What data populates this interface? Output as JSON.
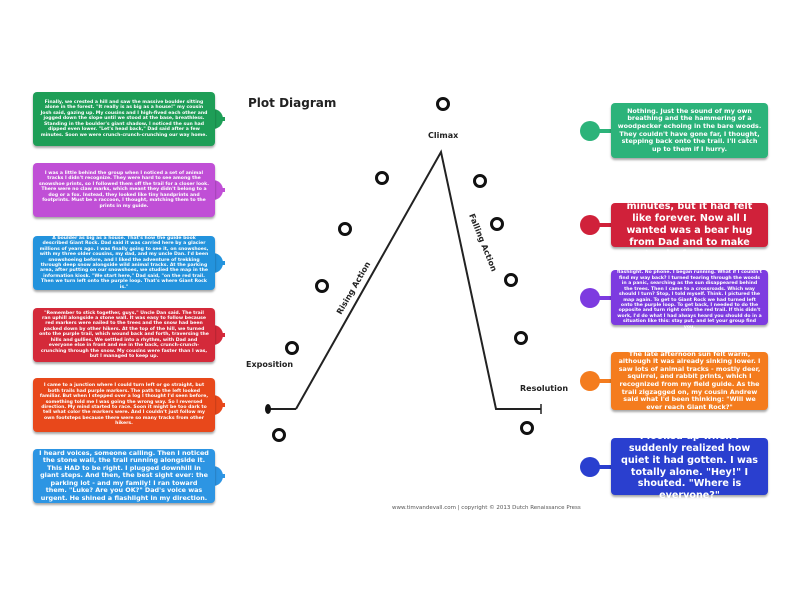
{
  "title": "Plot Diagram",
  "labels": {
    "climax": "Climax",
    "exposition": "Exposition",
    "rising": "Rising Action",
    "falling": "Falling Action",
    "resolution": "Resolution"
  },
  "footer": "www.timvandevall.com | copyright © 2013 Dutch Renaissance Press",
  "left_cards": [
    {
      "color": "#1e9e57",
      "text": "Finally, we crested a hill and saw the massive boulder sitting alone in the forest. \"It really is as big as a house!\" my cousin Josh said, gazing up. My cousins and I high-fived each other and jogged down the slope until we stood at the base, breathless. Standing in the boulder's giant shadow, I noticed the sun had dipped even lower. \"Let's head back,\" Dad said after a few minutes. Soon we were crunch-crunch-crunching our way home."
    },
    {
      "color": "#c04fd6",
      "text": "I was a little behind the group when I noticed a set of animal tracks I didn't recognize. They were hard to see among the snowshoe prints, so I followed them off the trail for a closer look. There were no claw marks, which meant they didn't belong to a dog or a fox. Instead, they looked like tiny handprints and footprints. Must be a raccoon, I thought, matching them to the prints in my guide."
    },
    {
      "color": "#2393dd",
      "text": "A boulder as big as a house. That's how the guide book described Giant Rock. Dad said it was carried here by a glacier millions of years ago. I was finally going to see it, on snowshoes, with my three older cousins, my dad, and my uncle Dan. I'd been snowshoeing before, and I liked the adventure of trekking through deep snow alongside wild animal tracks. At the parking area, after putting on our snowshoes, we studied the map in the information kiosk. \"We start here,\" Dad said, \"on the red trail. Then we turn left onto the purple loop. That's where Giant Rock is.\""
    },
    {
      "color": "#d42a3a",
      "text": "\"Remember to stick together, guys,\" Uncle Dan said. The trail ran uphill alongside a stone wall. It was easy to follow because red markers were nailed to the trees and the snow had been packed down by other hikers. At the top of the hill, we turned onto the purple trail, which wound back and forth, traversing the hills and gullies. We settled into a rhythm, with Dad and everyone else in front and me in the back, crunch-crunch-crunching through the snow. My cousins were faster than I was, but I managed to keep up."
    },
    {
      "color": "#e8481b",
      "text": "I came to a junction where I could turn left or go straight, but both trails had purple markers. The path to the left looked familiar. But when I stepped over a log I thought I'd seen before, something told me I was going the wrong way. So I reversed direction. My mind started to race. Soon it might be too dark to tell what color the markers were. And I couldn't just follow my own footsteps because there were so many tracks from other hikers."
    },
    {
      "color": "#2d95e3",
      "text": "I heard voices, someone calling. Then I noticed the stone wall, the trail running alongside it. This HAD to be right. I plugged downhill in giant steps. And then, the best sight ever: the parking lot - and my family! I ran toward them. \"Luke? Are you OK?\" Dad's voice was urgent. He shined a flashlight in my direction."
    }
  ],
  "right_cards": [
    {
      "color": "#2cb37a",
      "text": "Nothing. Just the sound of my own breathing and the hammering of a woodpecker echoing in the bare woods. They couldn't have gone far, I thought, stepping back onto the trail. I'll catch up to them if I hurry."
    },
    {
      "color": "#d0213a",
      "text": "I'd only been lost for minutes, but it had felt like forever. Now all I wanted was a bear hug from Dad and to make tracks for home."
    },
    {
      "color": "#7d3be0",
      "text": "It seemed to grow darker by the second. I had no flashlight. No phone. I began running. What if I couldn't find my way back? I turned tearing through the woods in a panic, searching as the sun disappeared behind the trees. Then I came to a crossroads. Which way should I turn? Stop, I told myself. Think. I pictured the map again. To get to Giant Rock we had turned left onto the purple loop. To get back, I needed to do the opposite and turn right onto the red trail. If this didn't work, I'd do what I had always heard you should do in a situation like this: stay put, and let your group find you."
    },
    {
      "color": "#f47c1e",
      "text": "The late afternoon sun felt warm, although it was already sinking lower. I saw lots of animal tracks - mostly deer, squirrel, and rabbit prints, which I recognized from my field guide. As the trail zigzagged on, my cousin Andrew said what I'd been thinking: \"Will we ever reach Giant Rock?\""
    },
    {
      "color": "#2a3fcf",
      "text": "I looked up when I suddenly realized how quiet it had gotten. I was totally alone. \"Hey!\" I shouted. \"Where is everyone?\""
    }
  ]
}
